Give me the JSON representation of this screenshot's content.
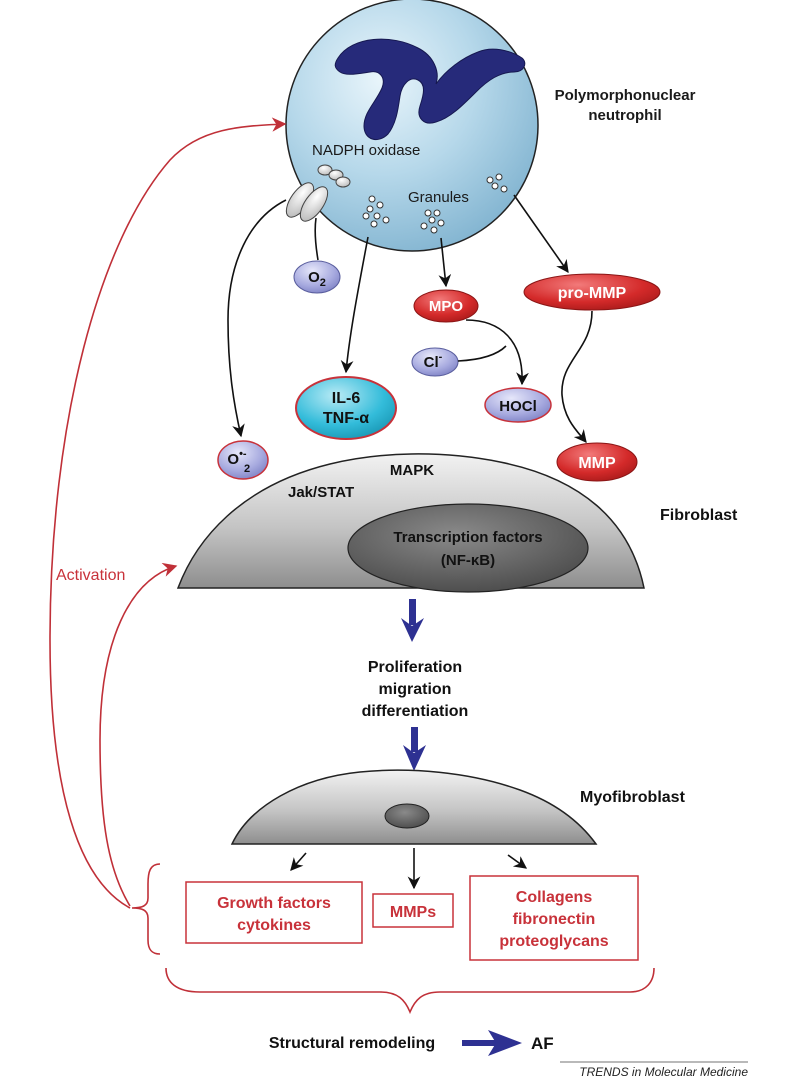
{
  "cells": {
    "neutrophil": "Polymorphonuclear neutrophil",
    "neutrophil_line1": "Polymorphonuclear",
    "neutrophil_line2": "neutrophil",
    "fibroblast": "Fibroblast",
    "myofibroblast": "Myofibroblast"
  },
  "neutrophil_parts": {
    "nadph": "NADPH oxidase",
    "granules": "Granules"
  },
  "molecules": {
    "o2": "O",
    "o2_sub": "2",
    "superoxide": "O",
    "superoxide_sup": "•-",
    "superoxide_sub": "2",
    "il6": "IL-6",
    "tnf": "TNF-α",
    "mpo": "MPO",
    "cl": "Cl",
    "cl_sup": "-",
    "hocl": "HOCl",
    "pro_mmp": "pro-MMP",
    "mmp": "MMP"
  },
  "fibroblast_labels": {
    "mapk": "MAPK",
    "jakstat": "Jak/STAT",
    "tf_line1": "Transcription factors",
    "tf_line2": "(NF-κB)"
  },
  "process": {
    "line1": "Proliferation",
    "line2": "migration",
    "line3": "differentiation"
  },
  "products": {
    "growth_line1": "Growth factors",
    "growth_line2": "cytokines",
    "mmps": "MMPs",
    "collagens_line1": "Collagens",
    "collagens_line2": "fibronectin",
    "collagens_line3": "proteoglycans"
  },
  "feedback": {
    "activation": "Activation"
  },
  "outcome": {
    "remodeling": "Structural remodeling",
    "af": "AF"
  },
  "credit": "TRENDS in Molecular Medicine",
  "colors": {
    "red": "#c8323a",
    "blue_arrow": "#2e3192",
    "nucleus_blue": "#262a7a",
    "cell_blue": "#a9cfe3",
    "cyan": "#1fb6d6",
    "lavender": "#9b9fd6"
  }
}
